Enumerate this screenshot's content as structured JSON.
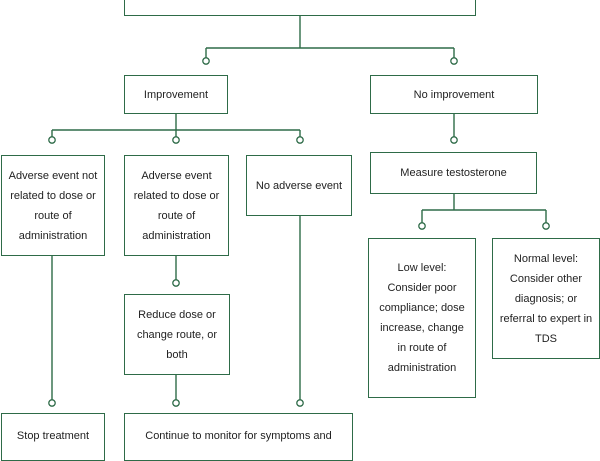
{
  "colors": {
    "line": "#2e6b48",
    "text": "#1f1f1f",
    "background": "#ffffff"
  },
  "nodes": {
    "top": "",
    "improvement": "Improvement",
    "no_improvement": "No improvement",
    "adverse_not_related": "Adverse event not related to dose or route of administration",
    "adverse_related": "Adverse event related to dose or route of administration",
    "no_adverse": "No adverse event",
    "measure_testosterone": "Measure testosterone",
    "low_level": "Low level: Consider poor compliance; dose increase, change in route of administration",
    "normal_level": "Normal level: Consider other diagnosis; or referral to expert in TDS",
    "reduce_dose": "Reduce dose or change route, or both",
    "stop_treatment": "Stop treatment",
    "continue_monitor": "Continue to monitor for symptoms and"
  }
}
